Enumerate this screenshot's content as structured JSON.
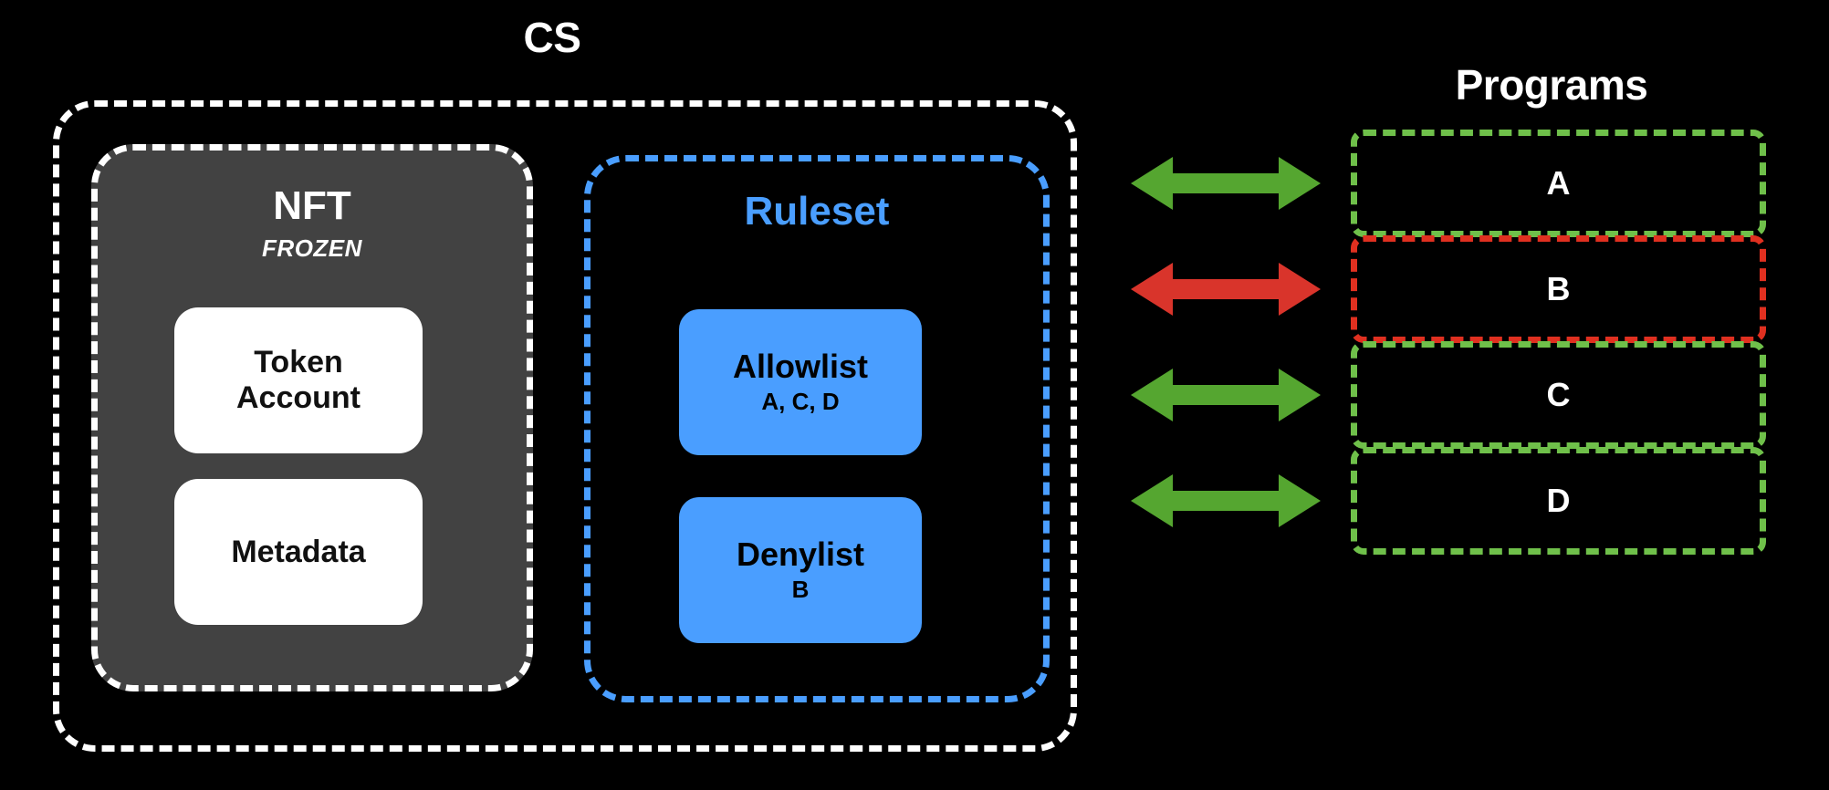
{
  "diagram": {
    "background_color": "#000000",
    "cs_title": "CS",
    "programs_title": "Programs",
    "nft": {
      "title": "NFT",
      "state": "FROZEN",
      "fill_color": "#424242",
      "border_color": "#ffffff",
      "cards": [
        {
          "label": "Token\nAccount",
          "line1": "Token",
          "line2": "Account"
        },
        {
          "label": "Metadata",
          "line1": "Metadata",
          "line2": ""
        }
      ]
    },
    "ruleset": {
      "title": "Ruleset",
      "accent_color": "#4a9eff",
      "cards": [
        {
          "title": "Allowlist",
          "sub": "A, C, D"
        },
        {
          "title": "Denylist",
          "sub": "B"
        }
      ]
    },
    "programs": [
      {
        "label": "A",
        "status": "allowed",
        "border_color": "#6fc04a",
        "arrow_color": "#55a630"
      },
      {
        "label": "B",
        "status": "denied",
        "border_color": "#e03020",
        "arrow_color": "#d9342b"
      },
      {
        "label": "C",
        "status": "allowed",
        "border_color": "#6fc04a",
        "arrow_color": "#55a630"
      },
      {
        "label": "D",
        "status": "allowed",
        "border_color": "#6fc04a",
        "arrow_color": "#55a630"
      }
    ],
    "arrows": [
      {
        "name": "arrow-a",
        "color": "#55a630",
        "direction": "bidirectional"
      },
      {
        "name": "arrow-b",
        "color": "#d9342b",
        "direction": "bidirectional"
      },
      {
        "name": "arrow-c",
        "color": "#55a630",
        "direction": "bidirectional"
      },
      {
        "name": "arrow-d",
        "color": "#55a630",
        "direction": "bidirectional"
      }
    ]
  }
}
